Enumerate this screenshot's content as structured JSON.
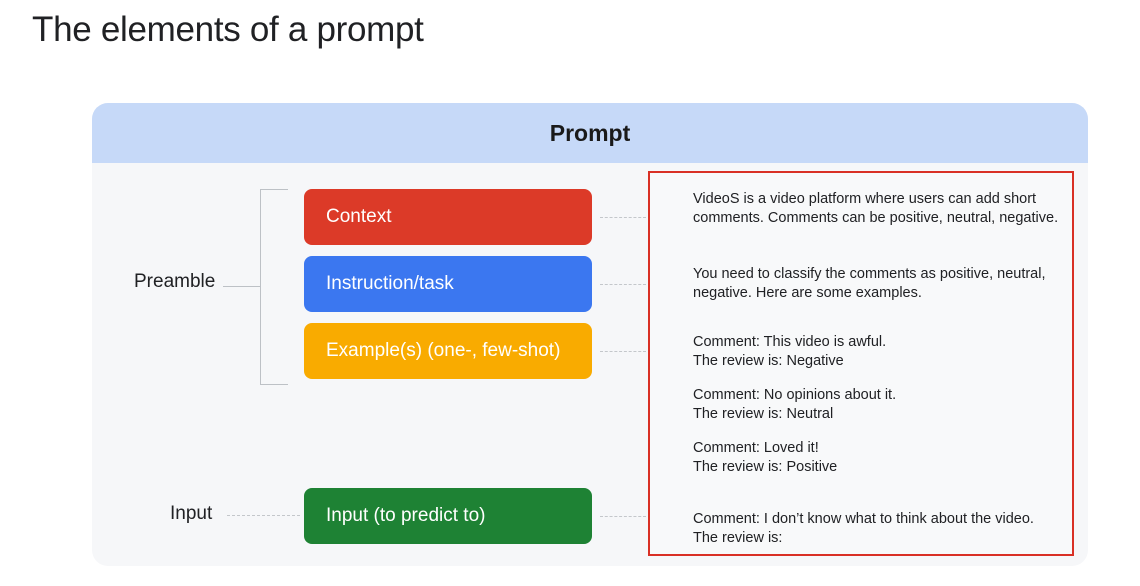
{
  "slide": {
    "title": "The elements of a prompt"
  },
  "prompt_panel_header": {
    "label": "Prompt"
  },
  "row_labels": {
    "preamble": "Preamble",
    "input": "Input"
  },
  "category_boxes": [
    {
      "key": "context",
      "label": "Context",
      "color": "#dc3a28"
    },
    {
      "key": "instruction",
      "label": "Instruction/task",
      "color": "#3b77f0"
    },
    {
      "key": "example",
      "label": "Example(s) (one-, few-shot)",
      "color": "#f9ab00"
    },
    {
      "key": "input",
      "label": "Input (to predict to)",
      "color": "#1e8234"
    }
  ],
  "prompt_text_blocks": {
    "context": {
      "stripe_color": "#dc3a28",
      "text": "VideoS is a video platform where users can add short comments. Comments can be positive, neutral, negative."
    },
    "instruction": {
      "stripe_color": "#3b77f0",
      "text": "You need to classify the comments as positive, neutral, negative. Here are some examples."
    },
    "examples": {
      "stripe_color": "#f9ab00",
      "items": [
        "Comment: This video is awful.\nThe review is: Negative",
        "Comment: No opinions about it.\nThe review is: Neutral",
        "Comment: Loved it!\nThe review is: Positive"
      ]
    },
    "input": {
      "stripe_color": "#1e8234",
      "text": "Comment: I don’t know what to think about the video.\nThe review is:"
    }
  },
  "colors": {
    "header_background": "#c6d9f8",
    "container_background": "#f6f7f9",
    "panel_border": "#d93025",
    "panel_background": "#f8f9fa",
    "connector_line": "#c4c7cb",
    "bracket_line": "#bdc1c6",
    "title_text": "#202124"
  }
}
